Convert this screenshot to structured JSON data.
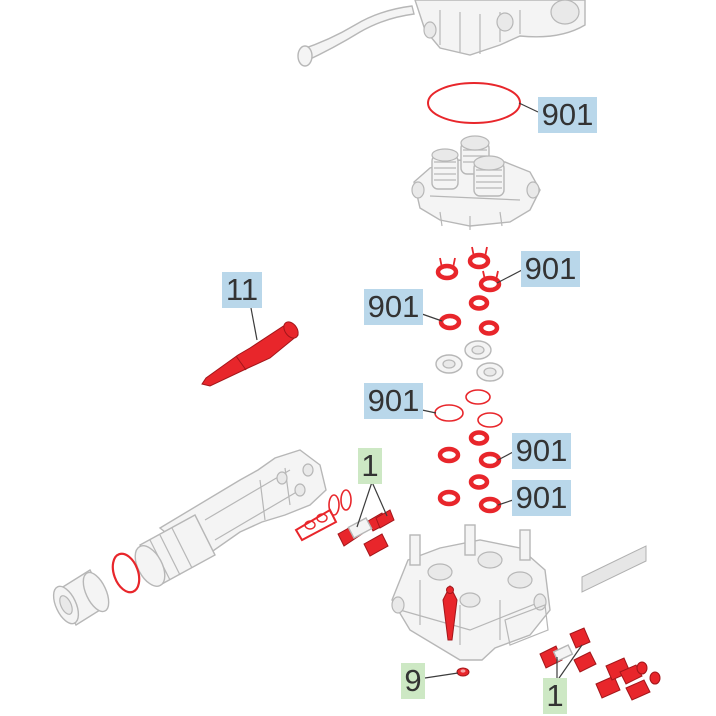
{
  "colors": {
    "part_red": "#e8262b",
    "part_outline": "#b7b7b7",
    "part_fill": "#f4f4f4",
    "callout_blue": "#b9d7ea",
    "callout_green": "#cde8c4",
    "leader": "#3c3c3c"
  },
  "callouts": [
    {
      "id": "c1",
      "text": "901",
      "kind": "seal-callout"
    },
    {
      "id": "c2",
      "text": "901",
      "kind": "seal-callout"
    },
    {
      "id": "c3",
      "text": "901",
      "kind": "seal-callout"
    },
    {
      "id": "c4",
      "text": "901",
      "kind": "seal-callout"
    },
    {
      "id": "c5",
      "text": "901",
      "kind": "seal-callout"
    },
    {
      "id": "c6",
      "text": "901",
      "kind": "seal-callout"
    },
    {
      "id": "c7",
      "text": "11",
      "kind": "tool-callout"
    },
    {
      "id": "c8",
      "text": "1",
      "kind": "kit-callout"
    },
    {
      "id": "c9",
      "text": "1",
      "kind": "kit-callout"
    },
    {
      "id": "c10",
      "text": "9",
      "kind": "kit-callout"
    }
  ]
}
